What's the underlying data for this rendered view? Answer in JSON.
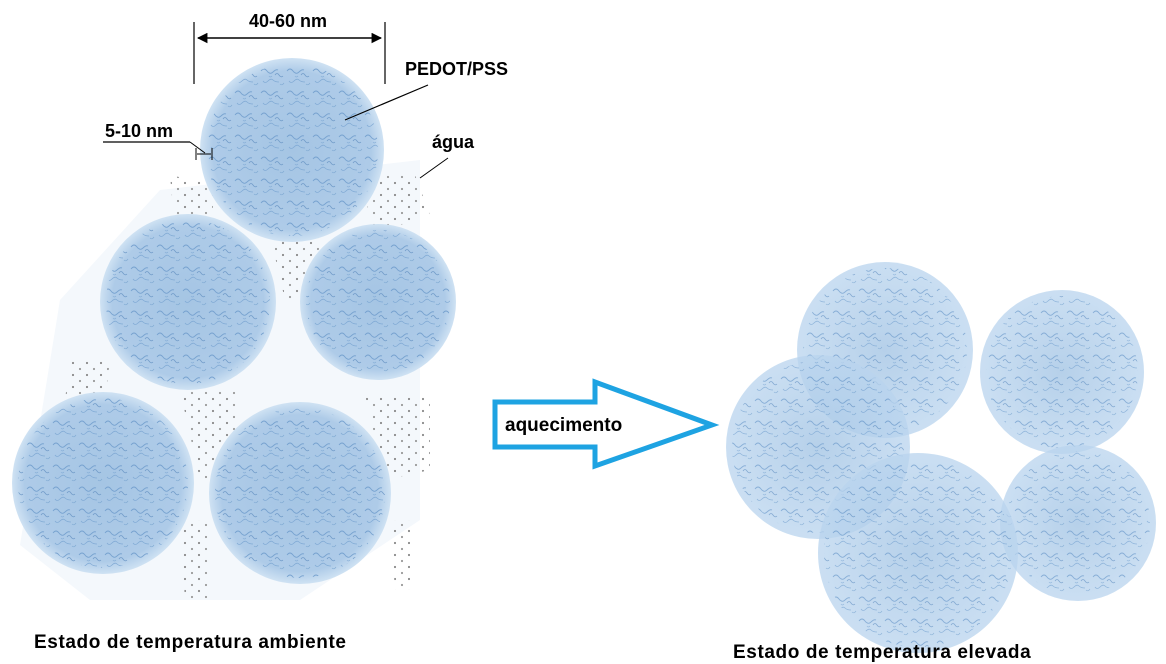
{
  "labels": {
    "particle_diameter": "40-60 nm",
    "shell_thickness": "5-10 nm",
    "pedot_pss": "PEDOT/PSS",
    "water": "água",
    "heating": "aquecimento",
    "room_temp_state": "Estado de temperatura ambiente",
    "high_temp_state": "Estado de temperatura elevada"
  },
  "colors": {
    "particle_fill": "#a9c8e6",
    "particle_edge": "#c6dcf0",
    "texture": "#6f9ccc",
    "arrow_stroke": "#1ea3e2",
    "water_dots": "#8a8a8a",
    "hull_fill": "#f3f8fc"
  },
  "icons": {
    "heating_arrow": "outline-right-arrow"
  }
}
